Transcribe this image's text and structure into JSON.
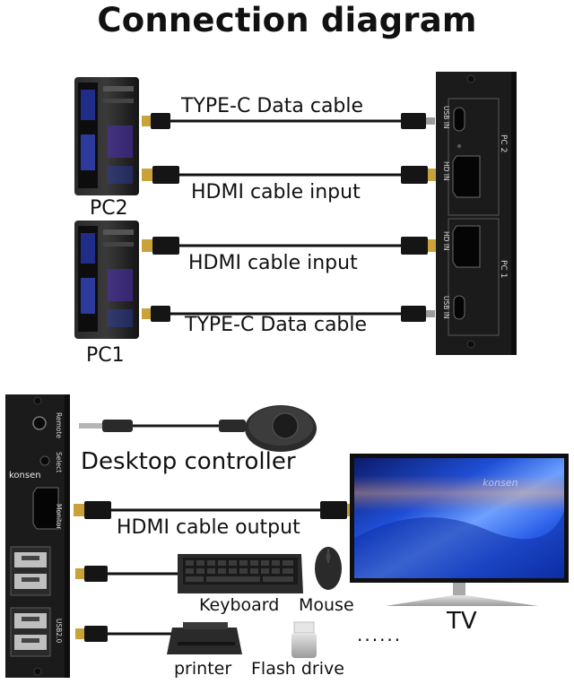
{
  "title": "Connection diagram",
  "top": {
    "cable_typec_top": "TYPE-C Data cable",
    "cable_hdmi_top": "HDMI cable input",
    "cable_hdmi_mid": "HDMI cable input",
    "cable_typec_bottom": "TYPE-C Data cable",
    "pc2_label": "PC2",
    "pc1_label": "PC1",
    "switch_ports": {
      "pc2_group": "PC 2",
      "pc1_group": "PC 1",
      "usb_in_1": "USB IN",
      "hd_in_1": "HD IN",
      "hd_in_2": "HD IN",
      "usb_in_2": "USB IN"
    }
  },
  "bottom": {
    "desktop_controller": "Desktop controller",
    "hdmi_output": "HDMI cable output",
    "keyboard": "Keyboard",
    "mouse": "Mouse",
    "tv": "TV",
    "printer": "printer",
    "flash_drive": "Flash drive",
    "more": "......",
    "panel_ports": {
      "remote": "Remote",
      "select": "Select",
      "brand": "konsen",
      "monitor": "Monitor",
      "usb": "USB2.0"
    },
    "tv_brand": "konsen"
  },
  "colors": {
    "device_black": "#1b1b1b",
    "cable": "#121212",
    "connector_gold": "#c9a23a",
    "tv_blue": "#1f4fd6",
    "screen_dark": "#0b1b6b"
  }
}
